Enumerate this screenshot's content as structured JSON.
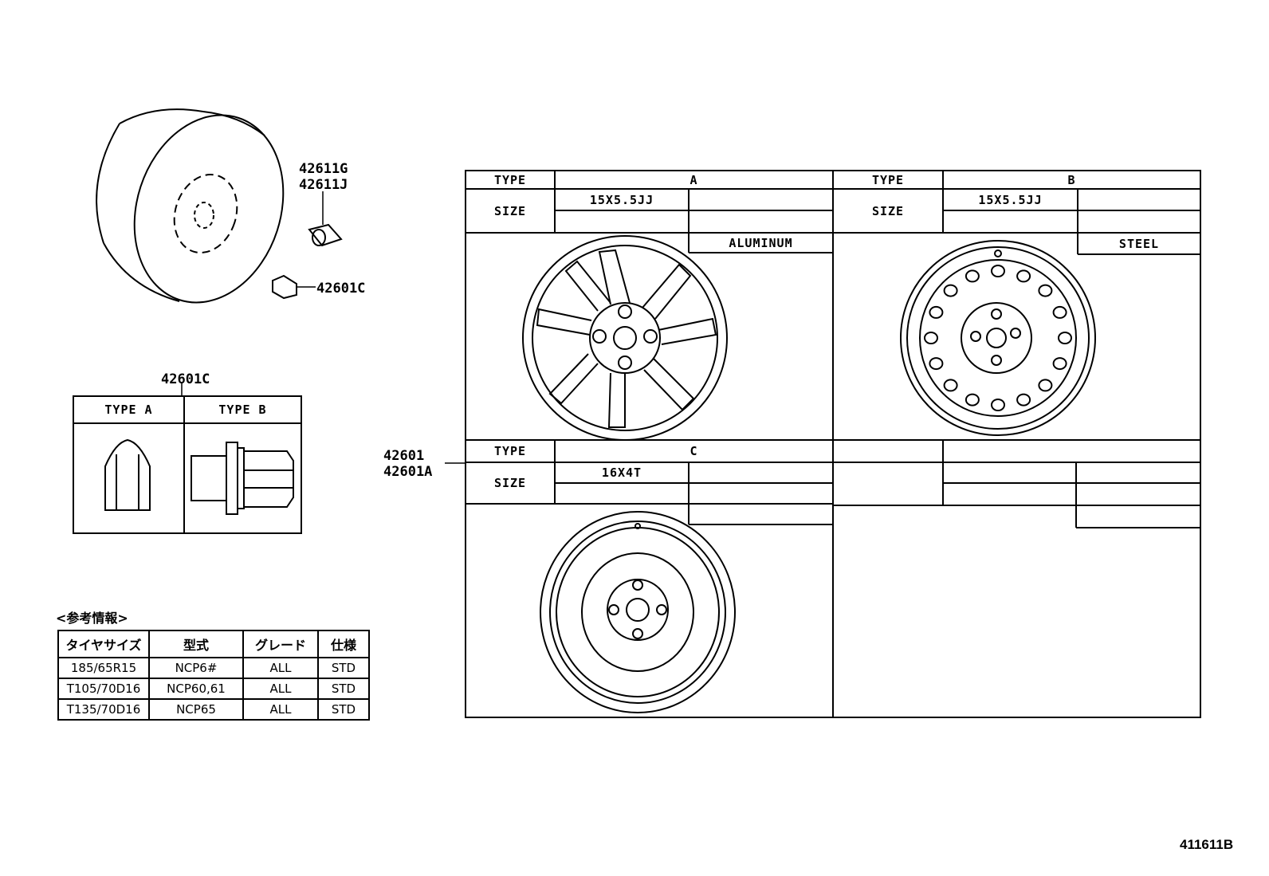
{
  "parts": {
    "valve_1": "42611G",
    "valve_2": "42611J",
    "nut_callout": "42601C",
    "nut_table_title": "42601C",
    "wheel_1": "42601",
    "wheel_2": "42601A"
  },
  "nut_types": {
    "type_a": "TYPE A",
    "type_b": "TYPE B"
  },
  "wheel_table": {
    "type_label": "TYPE",
    "size_label": "SIZE",
    "a": {
      "type": "A",
      "size": "15X5.5JJ",
      "material": "ALUMINUM"
    },
    "b": {
      "type": "B",
      "size": "15X5.5JJ",
      "material": "STEEL"
    },
    "c": {
      "type": "C",
      "size": "16X4T",
      "material": ""
    }
  },
  "reference": {
    "title": "<参考情報>",
    "headers": [
      "タイヤサイズ",
      "型式",
      "グレード",
      "仕様"
    ],
    "rows": [
      [
        "185/65R15",
        "NCP6#",
        "ALL",
        "STD"
      ],
      [
        "T105/70D16",
        "NCP60,61",
        "ALL",
        "STD"
      ],
      [
        "T135/70D16",
        "NCP65",
        "ALL",
        "STD"
      ]
    ]
  },
  "diagram_code": "411611B"
}
